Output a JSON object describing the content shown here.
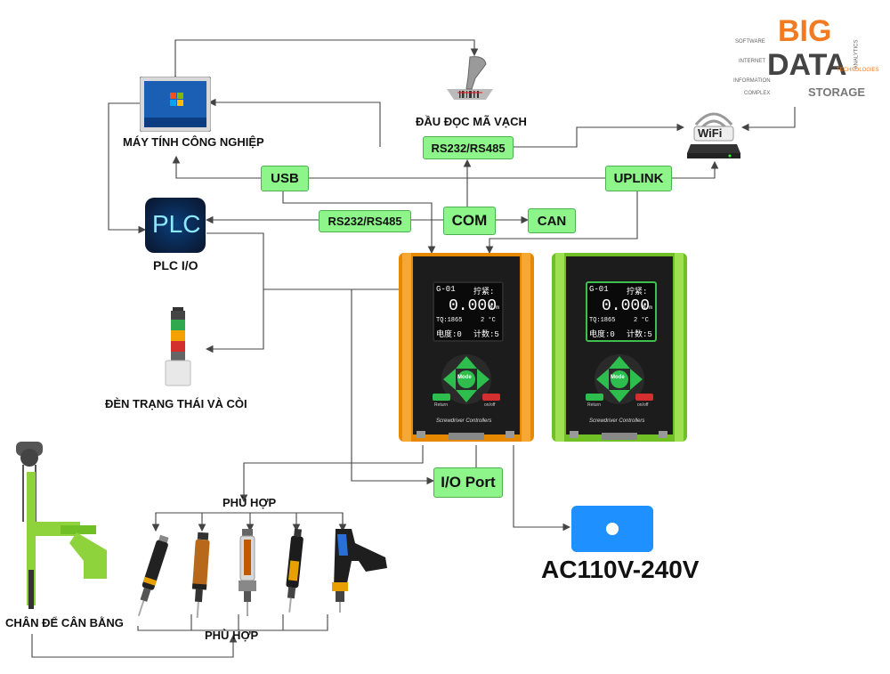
{
  "labels": {
    "computer": "MÁY TÍNH CÔNG NGHIỆP",
    "barcode": "ĐẦU ĐỌC MÃ VẠCH",
    "plc": "PLC I/O",
    "plc_logo": "PLC",
    "signal_light": "ĐÈN TRẠNG THÁI VÀ CÒI",
    "balancer": "CHÂN ĐỂ CÂN BẰNG",
    "compatible_top": "PHÙ HỢP",
    "compatible_bottom": "PHÙ HỢP",
    "power": "AC110V-240V",
    "wifi": "WiFi"
  },
  "tags": {
    "rs232_top": "RS232/RS485",
    "usb": "USB",
    "uplink": "UPLINK",
    "rs232_left": "RS232/RS485",
    "com": "COM",
    "can": "CAN",
    "io_port": "I/O Port"
  },
  "bigdata": {
    "big": "BIG",
    "data": "DATA",
    "storage": "STORAGE",
    "words": [
      "ANALYTICS",
      "TECHNOLOGIES",
      "INFORMATION",
      "SOFTWARE",
      "COMPLEX",
      "INTERNET"
    ]
  },
  "controllers": [
    {
      "name": "orange",
      "line1_left": "G-01",
      "line1_right": "拧紧:",
      "value": "0.000",
      "unit": "N·m",
      "line3_left": "TQ:1865",
      "line3_right": "2 °C",
      "line4_left": "电度:0",
      "line4_right": "计数:5",
      "mode": "Mode",
      "return": "Return",
      "onoff": "on/off",
      "label": "Screwdriver Controllers"
    },
    {
      "name": "green",
      "line1_left": "G-01",
      "line1_right": "拧紧:",
      "value": "0.000",
      "unit": "N·m",
      "line3_left": "TQ:1865",
      "line3_right": "2 °C",
      "line4_left": "电度:0",
      "line4_right": "计数:5",
      "mode": "Mode",
      "return": "Return",
      "onoff": "on/off",
      "label": "Screwdriver Controllers"
    }
  ],
  "colors": {
    "tag_fill": "#8ef58a",
    "orange_body": "#f39a12",
    "green_body": "#8ed33c",
    "power_box": "#1e90ff",
    "wire": "#444444"
  }
}
